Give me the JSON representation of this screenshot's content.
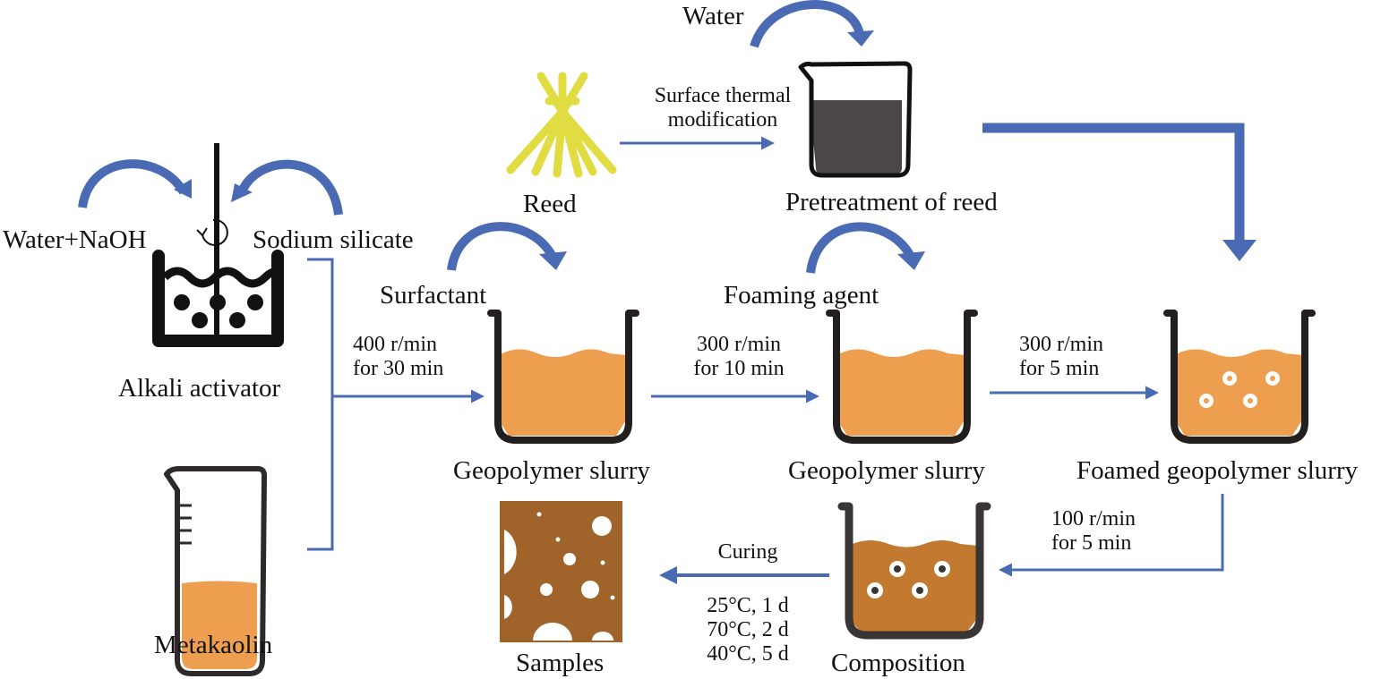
{
  "colors": {
    "arrow_blue": "#4a6bb3",
    "slurry_orange": "#ee9e4f",
    "composition_brown": "#c27a31",
    "sample_brown": "#a0642b",
    "reed_yellow": "#e0dc42",
    "beaker_dark": "#1a1a1a",
    "vessel_gray": "#3a3535",
    "pretreat_liquid": "#4d4646"
  },
  "nodes": {
    "alkali_activator": {
      "label": "Alkali activator",
      "icon": "stirred-tank-icon"
    },
    "metakaolin": {
      "label": "Metakaolin",
      "icon": "beaker-icon"
    },
    "reed": {
      "label": "Reed",
      "icon": "reed-bundle-icon"
    },
    "pretreatment": {
      "label": "Pretreatment of reed",
      "icon": "beaker-icon"
    },
    "slurry1": {
      "label": "Geopolymer slurry",
      "icon": "vessel-icon"
    },
    "slurry2": {
      "label": "Geopolymer slurry",
      "icon": "vessel-icon"
    },
    "foamed": {
      "label": "Foamed geopolymer slurry",
      "icon": "vessel-icon"
    },
    "composition": {
      "label": "Composition",
      "icon": "vessel-icon"
    },
    "samples": {
      "label": "Samples",
      "icon": "porous-block-icon"
    }
  },
  "inputs": {
    "water_naoh": "Water+NaOH",
    "sodium_silicate": "Sodium silicate",
    "water": "Water",
    "surfactant": "Surfactant",
    "foaming_agent": "Foaming agent"
  },
  "edges": {
    "reed_to_pretreat": [
      "Surface thermal",
      "modification"
    ],
    "to_slurry1": [
      "400 r/min",
      "for 30 min"
    ],
    "slurry1_to_slurry2": [
      "300 r/min",
      "for 10 min"
    ],
    "slurry2_to_foamed": [
      "300 r/min",
      "for 5 min"
    ],
    "foamed_to_composition": [
      "100 r/min",
      "for 5 min"
    ],
    "curing_title": "Curing",
    "curing_steps": [
      "25°C, 1 d",
      "70°C, 2 d",
      "40°C, 5 d"
    ]
  }
}
